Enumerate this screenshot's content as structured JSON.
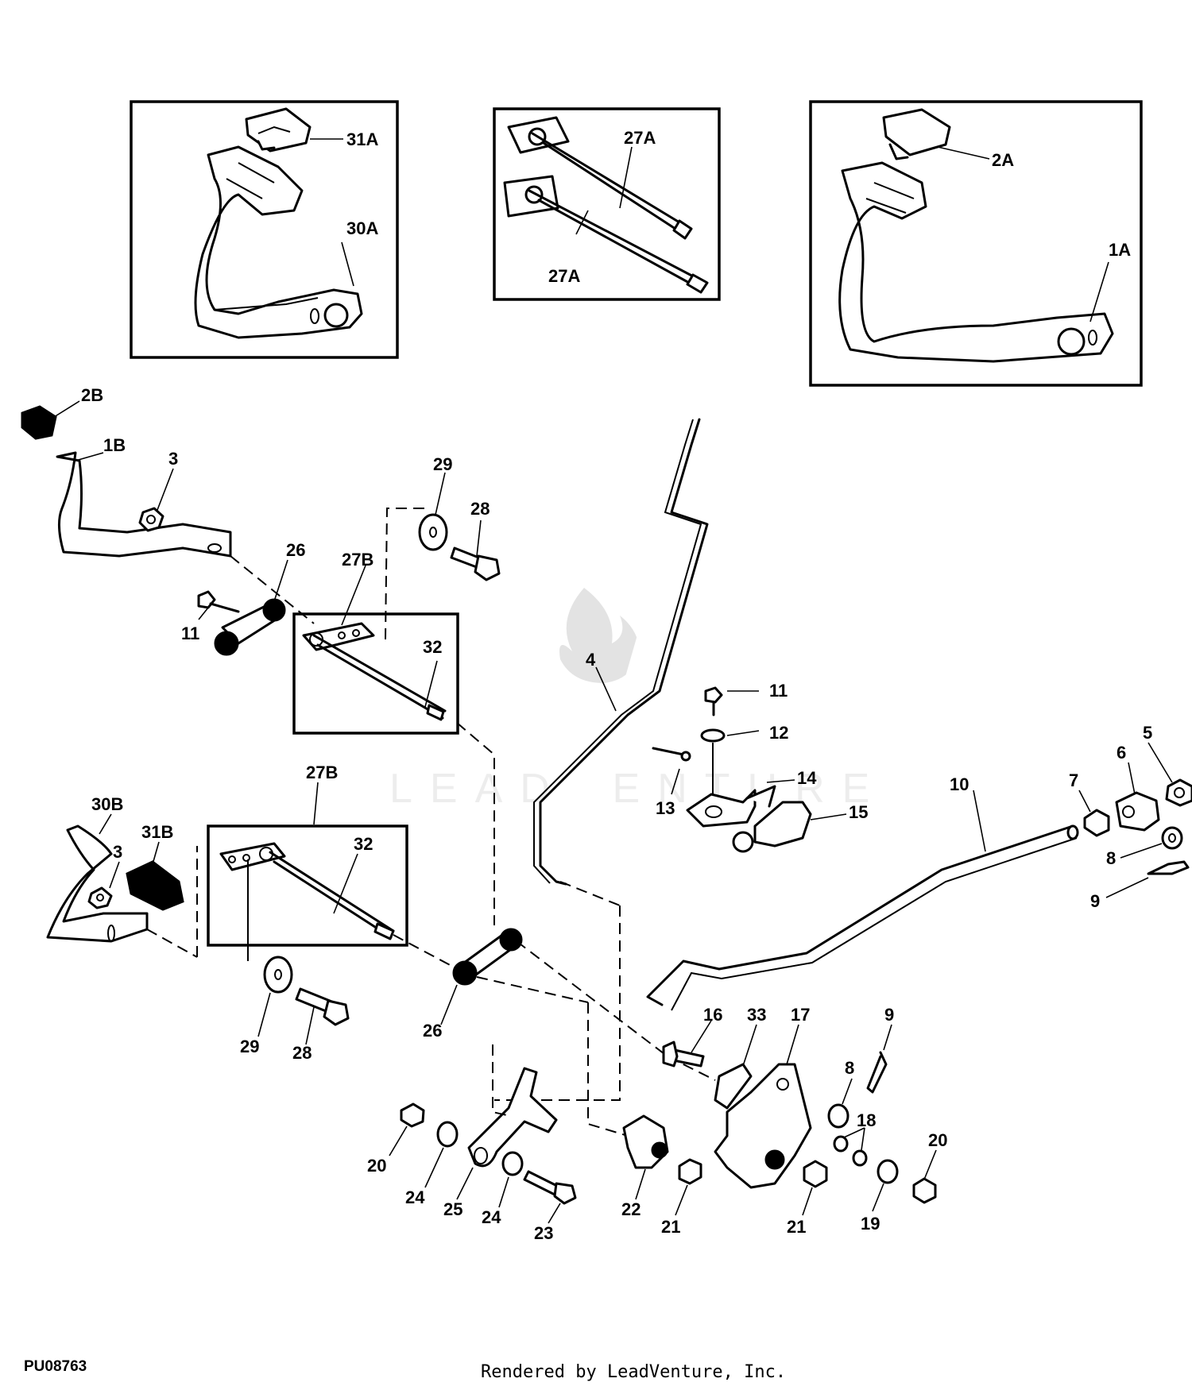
{
  "callouts": {
    "c31A": "31A",
    "c30A": "30A",
    "c27A_top": "27A",
    "c27A_bot": "27A",
    "c2A": "2A",
    "c1A": "1A",
    "c2B": "2B",
    "c1B": "1B",
    "c3_top": "3",
    "c29_top": "29",
    "c28_top": "28",
    "c26_top": "26",
    "c27B_top": "27B",
    "c11_left": "11",
    "c32_top": "32",
    "c4": "4",
    "c11_right": "11",
    "c12": "12",
    "c14": "14",
    "c13": "13",
    "c15": "15",
    "c10": "10",
    "c7": "7",
    "c6": "6",
    "c5": "5",
    "c8_right": "8",
    "c9_right": "9",
    "c30B": "30B",
    "c3_bot": "3",
    "c31B": "31B",
    "c27B_bot": "27B",
    "c32_bot": "32",
    "c29_bot": "29",
    "c28_bot": "28",
    "c26_bot": "26",
    "c16": "16",
    "c33": "33",
    "c17": "17",
    "c9_low": "9",
    "c8_low": "8",
    "c18": "18",
    "c20_left": "20",
    "c24_left": "24",
    "c25": "25",
    "c24_right": "24",
    "c23": "23",
    "c22": "22",
    "c21_left": "21",
    "c21_right": "21",
    "c19": "19",
    "c20_right": "20"
  },
  "figure_code": "PU08763",
  "footer": "Rendered by LeadVenture, Inc.",
  "watermark": "LEADVENTURE"
}
